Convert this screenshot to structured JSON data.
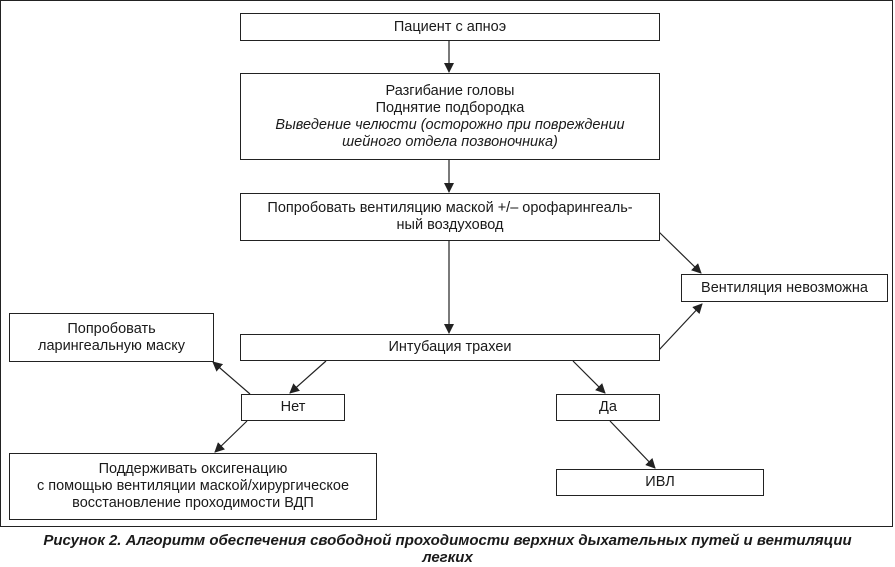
{
  "diagram": {
    "start": "Пациент с апноэ",
    "airway_maneuvers": {
      "line1": "Разгибание головы",
      "line2": "Поднятие подбородка",
      "line3": "Выведение челюсти (осторожно при повреждении",
      "line4": "шейного отдела позвоночника)"
    },
    "mask_ventilation": {
      "line1": "Попробовать вентиляцию маской +/– орофарингеаль-",
      "line2": "ный воздуховод"
    },
    "ventilation_impossible": "Вентиляция невозможна",
    "intubation": "Интубация трахеи",
    "no": "Нет",
    "yes": "Да",
    "laryngeal_mask": {
      "line1": "Попробовать",
      "line2": "ларингеальную маску"
    },
    "oxygenation": {
      "line1": "Поддерживать оксигенацию",
      "line2": "с помощью вентиляции маской/хирургическое",
      "line3": "восстановление проходимости ВДП"
    },
    "ivl": "ИВЛ"
  },
  "caption": {
    "line1": "Рисунок 2. Алгоритм обеспечения свободной проходимости верхних дыхательных путей и вентиляции",
    "line2": "легких"
  }
}
